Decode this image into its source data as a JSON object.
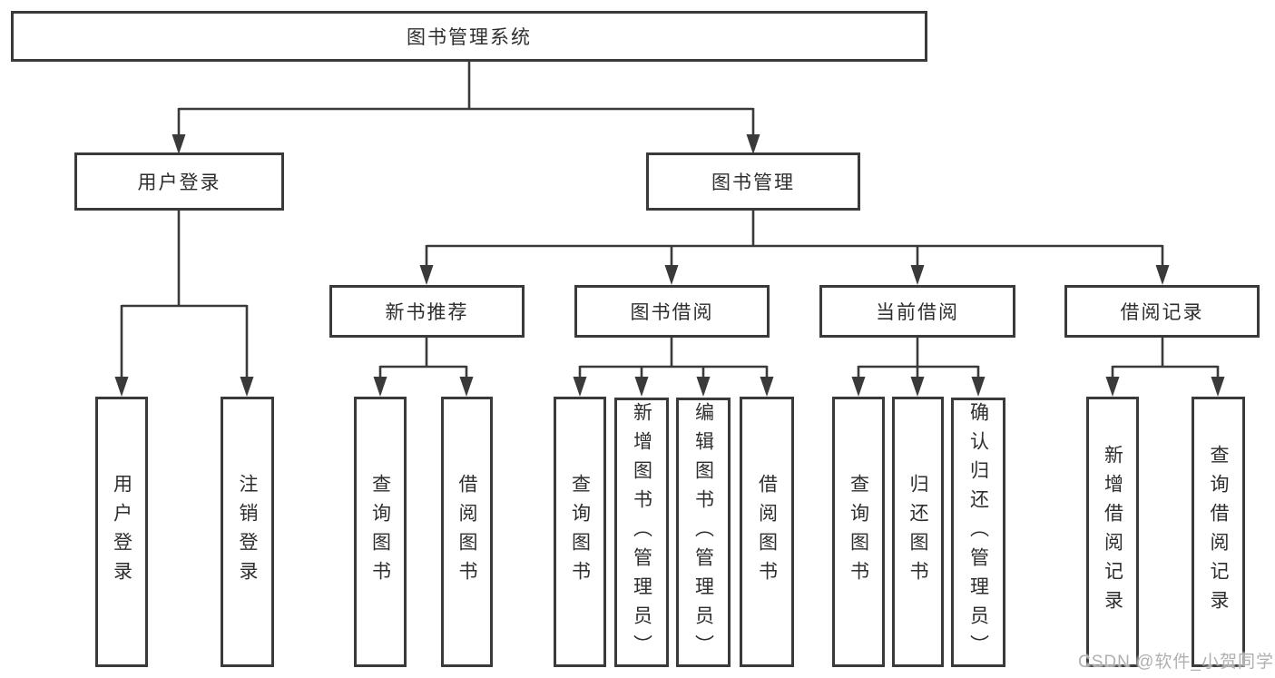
{
  "tree": {
    "label": "图书管理系统",
    "children": [
      {
        "label": "用户登录",
        "children": [
          {
            "label": "用户登录"
          },
          {
            "label": "注销登录"
          }
        ]
      },
      {
        "label": "图书管理",
        "children": [
          {
            "label": "新书推荐",
            "children": [
              {
                "label": "查询图书"
              },
              {
                "label": "借阅图书"
              }
            ]
          },
          {
            "label": "图书借阅",
            "children": [
              {
                "label": "查询图书"
              },
              {
                "label": "新增图书（管理员）"
              },
              {
                "label": "编辑图书（管理员）"
              },
              {
                "label": "借阅图书"
              }
            ]
          },
          {
            "label": "当前借阅",
            "children": [
              {
                "label": "查询图书"
              },
              {
                "label": "归还图书"
              },
              {
                "label": "确认归还（管理员）"
              }
            ]
          },
          {
            "label": "借阅记录",
            "children": [
              {
                "label": "新增借阅记录"
              },
              {
                "label": "查询借阅记录"
              }
            ]
          }
        ]
      }
    ]
  },
  "watermark": "CSDN @软件_小贺同学",
  "colors": {
    "line": "#3a3a3a",
    "box_border": "#3a3a3a",
    "box_background": "#ffffff",
    "text": "#2e2e2e",
    "watermark": "#b0b0b0"
  }
}
